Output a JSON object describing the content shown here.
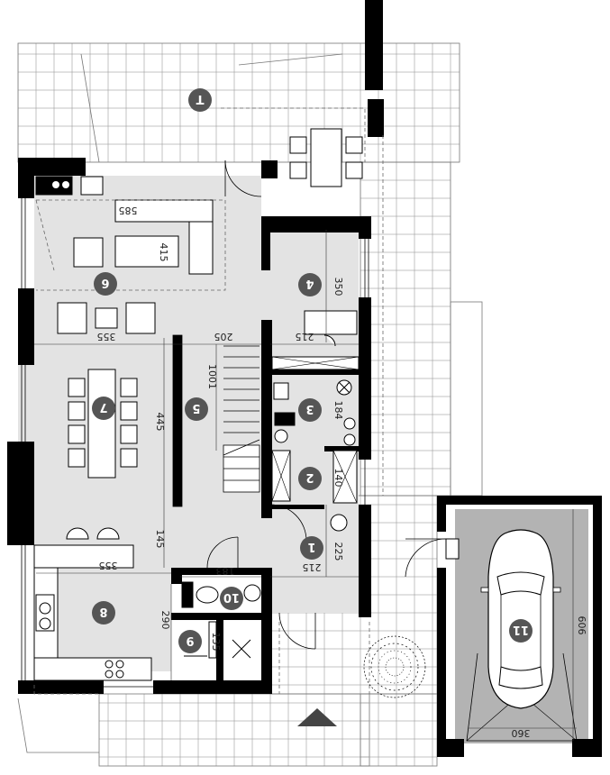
{
  "plan": {
    "background_color": "#ffffff",
    "room_fill": "#e3e3e3",
    "garage_fill": "#b3b3b3",
    "wall_color": "#000000",
    "marker_color": "#555555",
    "room_markers": [
      {
        "id": "marker-t",
        "label": "T"
      },
      {
        "id": "marker-1",
        "label": "1"
      },
      {
        "id": "marker-2",
        "label": "2"
      },
      {
        "id": "marker-3",
        "label": "3"
      },
      {
        "id": "marker-4",
        "label": "4"
      },
      {
        "id": "marker-5",
        "label": "5"
      },
      {
        "id": "marker-6",
        "label": "6"
      },
      {
        "id": "marker-7",
        "label": "7"
      },
      {
        "id": "marker-8",
        "label": "8"
      },
      {
        "id": "marker-9",
        "label": "9"
      },
      {
        "id": "marker-10",
        "label": "10"
      },
      {
        "id": "marker-11",
        "label": "11"
      }
    ],
    "dimensions": {
      "sofa_length": "585",
      "sofa_depth": "415",
      "room4_depth": "350",
      "living_width": "355",
      "hall_width": "205",
      "stair_run": "1001",
      "room4_width": "215",
      "room3_dim": "184",
      "dining_length": "445",
      "room2_dim": "140",
      "hall_length": "145",
      "entry_depth": "225",
      "entry_width": "215",
      "kitchen_width": "355",
      "wc_width": "183",
      "kitchen_depth": "290",
      "room9_dim": "135",
      "garage_length": "606",
      "garage_width": "360"
    }
  }
}
